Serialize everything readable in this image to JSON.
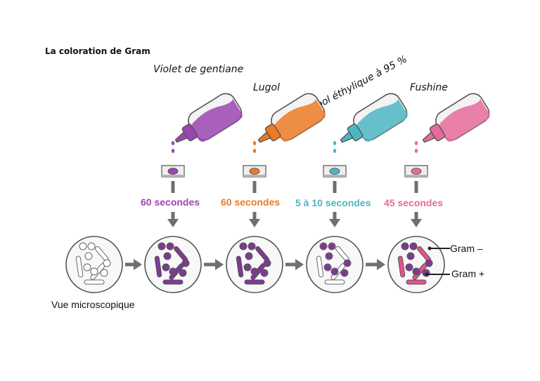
{
  "title": "La coloration de Gram",
  "steps": [
    {
      "reagent": "Violet de gentiane",
      "duration": "60 secondes",
      "color": "#9b45b3"
    },
    {
      "reagent": "Lugol",
      "duration": "60 secondes",
      "color": "#ec7a25"
    },
    {
      "reagent": "Alcool éthylique à 95 %",
      "duration": "5 à 10 secondes",
      "color": "#4cb6c4"
    },
    {
      "reagent": "Fushine",
      "duration": "45 secondes",
      "color": "#e56b9c"
    }
  ],
  "labels": {
    "microscope": "Vue microscopique",
    "gram_negative": "Gram –",
    "gram_positive": "Gram +"
  },
  "colors": {
    "arrow": "#6f6f6f",
    "cell_outline": "#555555",
    "gram_positive_fill": "#7d3a93",
    "gram_negative_fill": "#e2558a"
  }
}
